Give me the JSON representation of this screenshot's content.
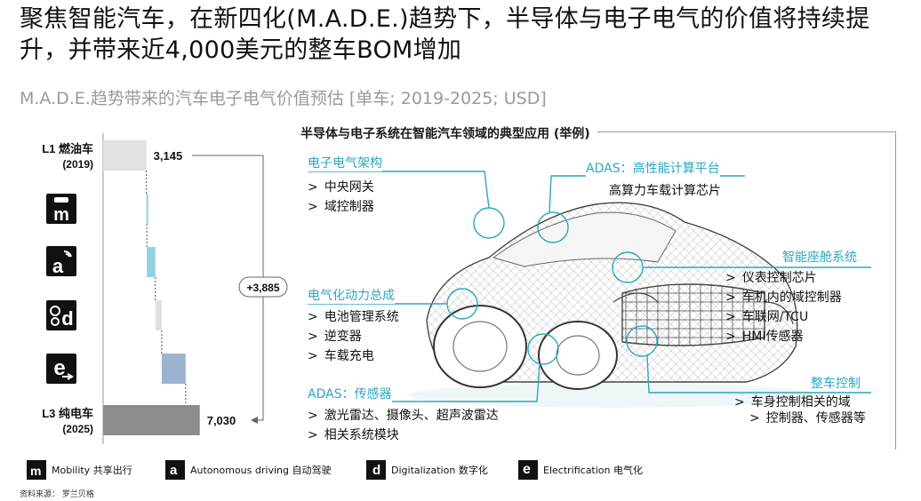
{
  "title": "聚焦智能汽车，在新四化(M.A.D.E.)趋势下，半导体与电子电气的价值将持续提升，并带来近4,000美元的整车BOM增加",
  "subtitle": "M.A.D.E.趋势带来的汽车电子电气价值预估 [单车; 2019-2025; USD]",
  "chart_data": {
    "type": "bar",
    "orientation": "horizontal-waterfall",
    "categories": [
      "L1 燃油车 (2019)",
      "m",
      "a",
      "d",
      "e",
      "L3 纯电车 (2025)"
    ],
    "bars": [
      {
        "name": "L1 燃油车",
        "sub": "(2019)",
        "start": 0,
        "end": 3145,
        "color": "#e1e1e1",
        "label": "3,145"
      },
      {
        "name": "Mobility",
        "icon": "m",
        "start": 3145,
        "end": 3180,
        "color": "#8fd2e0",
        "label": ""
      },
      {
        "name": "Autonomous driving",
        "icon": "a",
        "start": 3180,
        "end": 3800,
        "color": "#8fd2e0",
        "label": ""
      },
      {
        "name": "Digitalization",
        "icon": "d",
        "start": 3800,
        "end": 4260,
        "color": "#e1e1e1",
        "label": ""
      },
      {
        "name": "Electrification",
        "icon": "e",
        "start": 4260,
        "end": 6000,
        "color": "#9cb3cf",
        "label": ""
      },
      {
        "name": "L3 纯电车",
        "sub": "(2025)",
        "start": 0,
        "end": 7030,
        "color": "#8c8c8c",
        "label": "7,030"
      }
    ],
    "delta_label": "+3,885",
    "xlim": [
      0,
      7500
    ]
  },
  "panel": {
    "title": "半导体与电子系统在智能汽车领域的典型应用 (举例)",
    "sections": {
      "ee_arch": {
        "label": "电子电气架构",
        "items": [
          "中央网关",
          "域控制器"
        ]
      },
      "adas_compute": {
        "label": "ADAS：高性能计算平台",
        "items": [
          "高算力车载计算芯片"
        ]
      },
      "cockpit": {
        "label": "智能座舱系统",
        "items": [
          "仪表控制芯片",
          "车机内的域控制器",
          "车联网/TCU",
          "HMI传感器"
        ]
      },
      "powertrain": {
        "label": "电气化动力总成",
        "items": [
          "电池管理系统",
          "逆变器",
          "车载充电"
        ]
      },
      "vehicle_ctrl": {
        "label": "整车控制",
        "items": [
          "车身控制相关的域",
          "控制器、传感器等"
        ]
      },
      "adas_sensor": {
        "label": "ADAS：传感器",
        "items": [
          "激光雷达、摄像头、超声波雷达",
          "相关系统模块"
        ]
      }
    }
  },
  "legend": [
    {
      "icon": "m",
      "label": "Mobility 共享出行"
    },
    {
      "icon": "a",
      "label": "Autonomous driving 自动驾驶"
    },
    {
      "icon": "d",
      "label": "Digitalization 数字化"
    },
    {
      "icon": "e",
      "label": "Electrification 电气化"
    }
  ],
  "source": "资料来源： 罗兰贝格",
  "colors": {
    "accent": "#2aa7c0",
    "grey_light": "#e1e1e1",
    "grey_dark": "#8c8c8c",
    "blue": "#9cb3cf",
    "cyan": "#8fd2e0"
  }
}
